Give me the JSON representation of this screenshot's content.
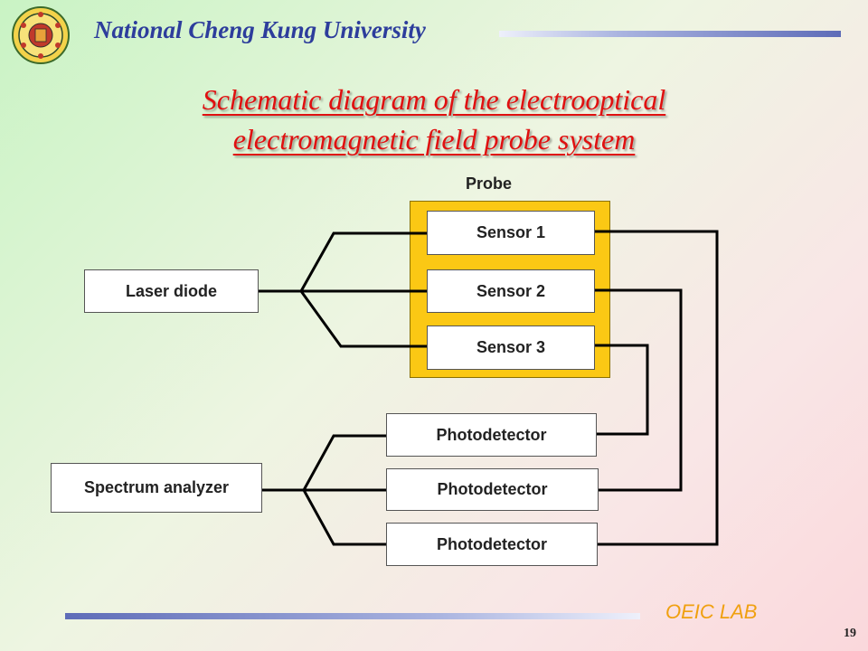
{
  "header": {
    "university": "National Cheng Kung University"
  },
  "title": {
    "line1": "Schematic diagram of the electrooptical",
    "line2": "electromagnetic field probe system"
  },
  "diagram": {
    "probe_label": "Probe",
    "laser": "Laser diode",
    "sensors": [
      "Sensor 1",
      "Sensor 2",
      "Sensor 3"
    ],
    "analyzer": "Spectrum analyzer",
    "detectors": [
      "Photodetector",
      "Photodetector",
      "Photodetector"
    ]
  },
  "footer": {
    "lab": "OEIC LAB",
    "page": "19"
  },
  "colors": {
    "title": "#e01010",
    "header": "#2d3d9c",
    "probe_fill": "#fbc814",
    "footer": "#f0a010"
  }
}
